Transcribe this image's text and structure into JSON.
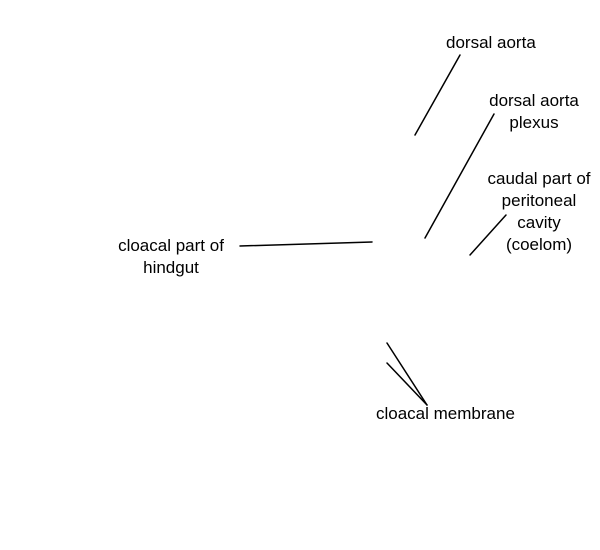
{
  "diagram": {
    "labels": {
      "dorsal_aorta": "dorsal aorta",
      "dorsal_aorta_plexus": [
        "dorsal aorta",
        "plexus"
      ],
      "caudal_peritoneal_cavity": [
        "caudal part of",
        "peritoneal",
        "cavity",
        "(coelom)"
      ],
      "cloacal_hindgut": [
        "cloacal part of",
        "hindgut"
      ],
      "cloacal_membrane": "cloacal membrane"
    }
  }
}
